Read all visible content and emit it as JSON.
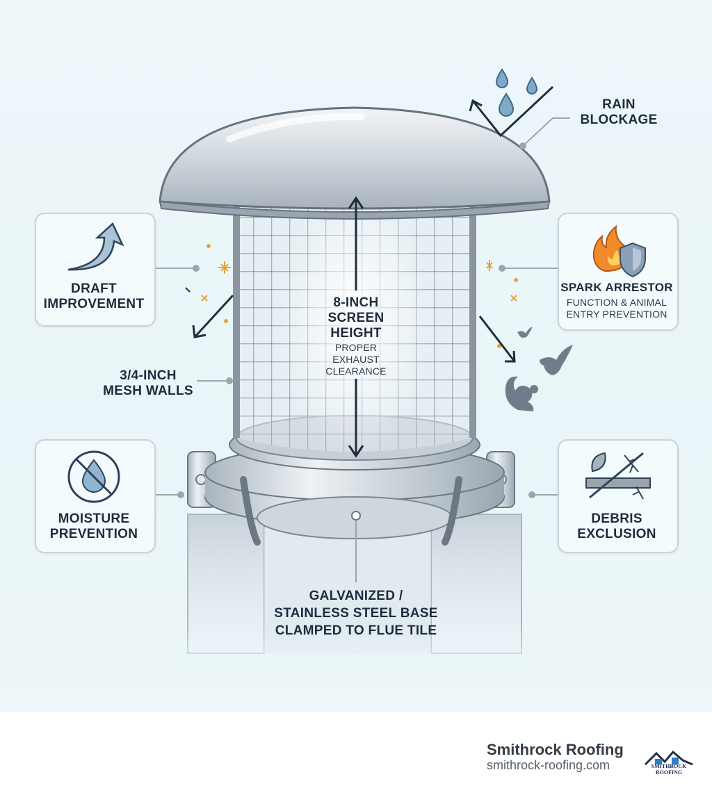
{
  "labels": {
    "rain": "RAIN\nBLOCKAGE",
    "draft": "DRAFT\nIMPROVEMENT",
    "spark_title": "SPARK ARRESTOR",
    "spark_sub": "FUNCTION & ANIMAL\nENTRY PREVENTION",
    "screen_title": "8-INCH\nSCREEN\nHEIGHT",
    "screen_sub": "PROPER\nEXHAUST\nCLEARANCE",
    "mesh": "3/4-INCH\nMESH WALLS",
    "moisture": "MOISTURE\nPREVENTION",
    "debris": "DEBRIS\nEXCLUSION",
    "base": "GALVANIZED /\nSTAINLESS STEEL BASE\nCLAMPED TO FLUE TILE"
  },
  "brand": {
    "name": "Smithrock Roofing",
    "url": "smithrock-roofing.com",
    "logo_text": "SMITHROCK ROOFING"
  },
  "icons": [
    "rain-drops-icon",
    "draft-arrow-icon",
    "flame-shield-icon",
    "no-water-icon",
    "leaf-branch-blocked-icon",
    "bird-icon",
    "squirrel-icon",
    "spark-icon"
  ],
  "colors": {
    "steel": "#b9c4cc",
    "text": "#1e2c3d",
    "accent_flame": "#f08a2a",
    "shield": "#7b91a8",
    "water": "#7fa9c8"
  }
}
